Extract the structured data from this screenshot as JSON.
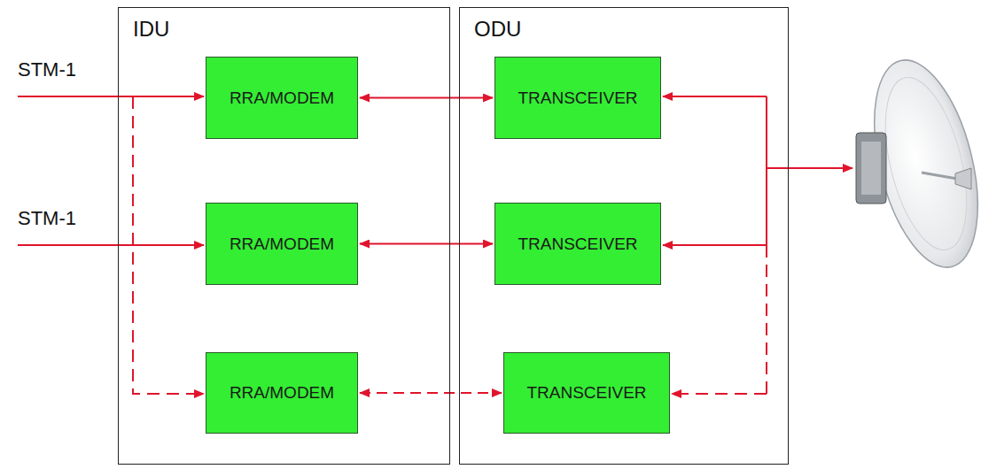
{
  "diagram": {
    "nodes": [
      {
        "text": [
          "IDU"
        ]
      },
      {
        "text": [
          "RRA/MODEM"
        ],
        "in": 0
      },
      {
        "text": [
          "RRA/MODEM"
        ],
        "in": 0
      },
      {
        "text": [
          "RRA/MODEM"
        ],
        "in": 0
      },
      {
        "text": [
          "ODU"
        ]
      },
      {
        "text": [
          "TRANSCEIVER"
        ],
        "in": 4
      },
      {
        "text": [
          "TRANSCEIVER"
        ],
        "in": 4
      },
      {
        "text": [
          "TRANSCEIVER"
        ],
        "in": 4
      }
    ],
    "edges": [
      {
        "from": 1,
        "to": 5,
        "arrow": "both"
      },
      {
        "from": 2,
        "to": 6,
        "arrow": "both"
      },
      {
        "from": 3,
        "to": 7,
        "arrow": "both"
      }
    ],
    "labels": [
      "STM-1",
      "STM-1"
    ]
  }
}
